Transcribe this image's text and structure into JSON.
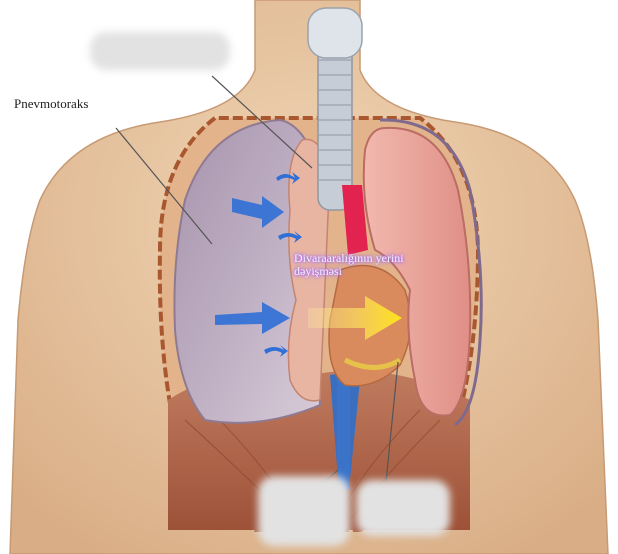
{
  "labels": {
    "pneumothorax": "Pnevmotoraks",
    "mediastinal_shift": "Divaraaralığının yerini dəyişməsi"
  },
  "hidden_labels": [
    "top-left label (blurred)",
    "bottom-left label (blurred)",
    "bottom-right label (blurred)"
  ],
  "colors": {
    "skin": "#e9c9a6",
    "collapsed_lung": "#b8a6bd",
    "healthy_lung": "#e8a39b",
    "diaphragm": "#b5674c",
    "arrow_air": "#2f6fd6",
    "arrow_shift": "#ffe21a",
    "aorta": "#e2234f",
    "label_glow": "#9b5cf0"
  }
}
